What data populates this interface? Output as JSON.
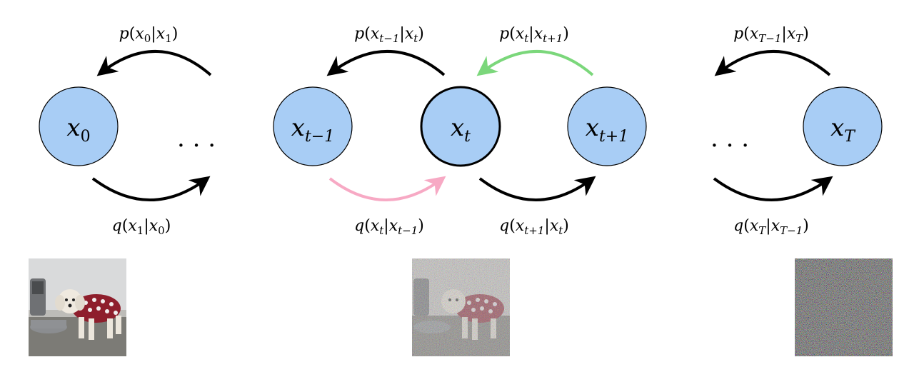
{
  "nodes": [
    {
      "id": "x0",
      "base": "x",
      "sub": "0"
    },
    {
      "id": "xt-1",
      "base": "x",
      "sub": "t−1"
    },
    {
      "id": "xt",
      "base": "x",
      "sub": "t"
    },
    {
      "id": "xt+1",
      "base": "x",
      "sub": "t+1"
    },
    {
      "id": "xT",
      "base": "x",
      "sub": "T"
    }
  ],
  "ellipsis": ". . .",
  "reverse_labels": [
    {
      "fn": "p",
      "a_base": "x",
      "a_sub": "0",
      "b_base": "x",
      "b_sub": "1"
    },
    {
      "fn": "p",
      "a_base": "x",
      "a_sub": "t−1",
      "b_base": "x",
      "b_sub": "t"
    },
    {
      "fn": "p",
      "a_base": "x",
      "a_sub": "t",
      "b_base": "x",
      "b_sub": "t+1"
    },
    {
      "fn": "p",
      "a_base": "x",
      "a_sub": "T−1",
      "b_base": "x",
      "b_sub": "T"
    }
  ],
  "forward_labels": [
    {
      "fn": "q",
      "a_base": "x",
      "a_sub": "1",
      "b_base": "x",
      "b_sub": "0"
    },
    {
      "fn": "q",
      "a_base": "x",
      "a_sub": "t",
      "b_base": "x",
      "b_sub": "t−1"
    },
    {
      "fn": "q",
      "a_base": "x",
      "a_sub": "t+1",
      "b_base": "x",
      "b_sub": "t"
    },
    {
      "fn": "q",
      "a_base": "x",
      "a_sub": "T",
      "b_base": "x",
      "b_sub": "T−1"
    }
  ],
  "colors": {
    "node_fill": "#a8cdf5",
    "arrow_default": "#000000",
    "arrow_highlight_reverse": "#7bd77b",
    "arrow_highlight_forward": "#f7a9c4"
  },
  "images": [
    {
      "name": "clean-dog-photo",
      "noise_level": 0.0
    },
    {
      "name": "noisy-dog-photo",
      "noise_level": 0.5
    },
    {
      "name": "pure-noise-image",
      "noise_level": 1.0
    }
  ]
}
